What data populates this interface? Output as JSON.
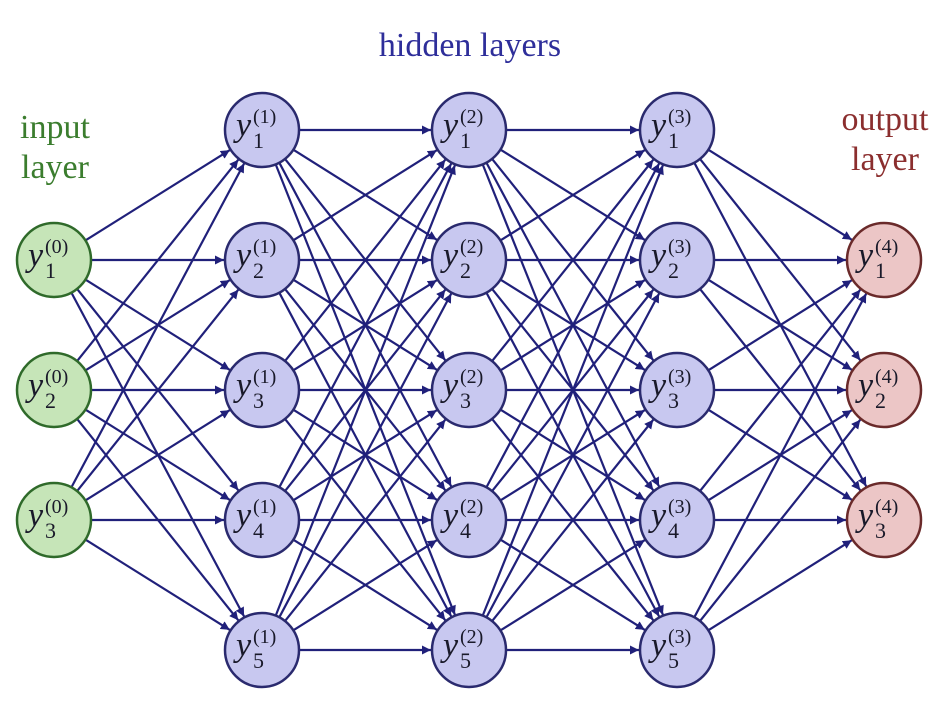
{
  "labels": {
    "hidden": "hidden layers",
    "input_line1": "input",
    "input_line2": "layer",
    "output_line1": "output",
    "output_line2": "layer"
  },
  "colors": {
    "edge": "#20207a",
    "input_fill": "#c6e5b8",
    "input_stroke": "#2f6a2a",
    "hidden_fill": "#c8c8f0",
    "hidden_stroke": "#2a2a6e",
    "output_fill": "#ecc6c6",
    "output_stroke": "#6a2a2a",
    "input_text": "#3b7d2e",
    "hidden_text": "#2e2e9a",
    "output_text": "#8b2e2e"
  },
  "network": {
    "variable": "y",
    "layers": [
      {
        "type": "input",
        "superscript": "(0)",
        "nodes": [
          "1",
          "2",
          "3"
        ]
      },
      {
        "type": "hidden",
        "superscript": "(1)",
        "nodes": [
          "1",
          "2",
          "3",
          "4",
          "5"
        ]
      },
      {
        "type": "hidden",
        "superscript": "(2)",
        "nodes": [
          "1",
          "2",
          "3",
          "4",
          "5"
        ]
      },
      {
        "type": "hidden",
        "superscript": "(3)",
        "nodes": [
          "1",
          "2",
          "3",
          "4",
          "5"
        ]
      },
      {
        "type": "output",
        "superscript": "(4)",
        "nodes": [
          "1",
          "2",
          "3"
        ]
      }
    ],
    "connectivity": "fully-connected"
  }
}
